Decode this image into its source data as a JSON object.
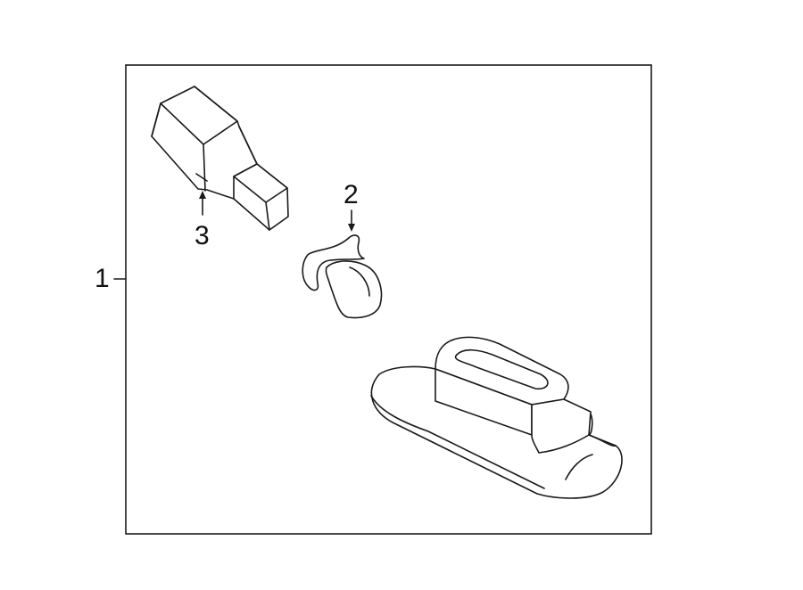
{
  "callouts": [
    {
      "id": "1",
      "label": "1"
    },
    {
      "id": "2",
      "label": "2"
    },
    {
      "id": "3",
      "label": "3"
    }
  ],
  "colors": {
    "line": "#1a1a1a",
    "background": "#ffffff"
  },
  "parts": [
    {
      "callout": "1",
      "depicts": "license-lamp-assembly-frame"
    },
    {
      "callout": "2",
      "depicts": "bulb"
    },
    {
      "callout": "3",
      "depicts": "socket"
    }
  ]
}
